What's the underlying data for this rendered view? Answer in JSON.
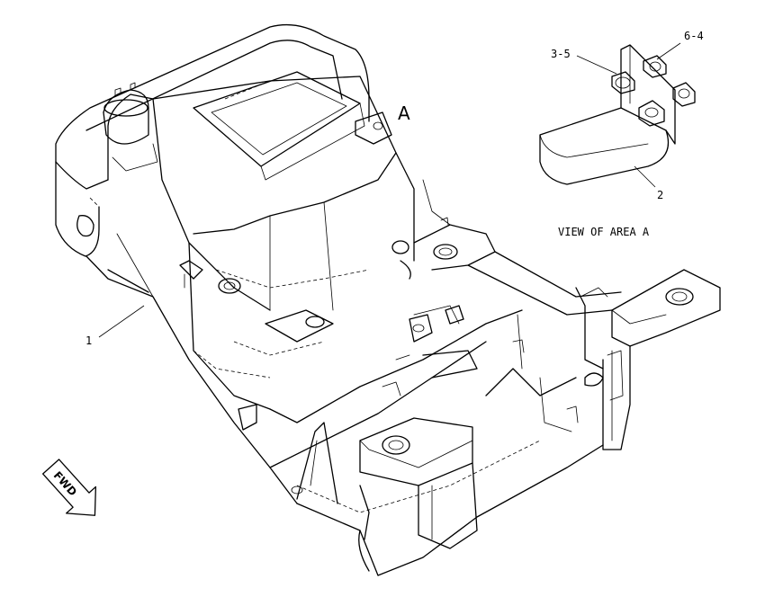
{
  "labels": {
    "part_1": "1",
    "part_2": "2",
    "part_3_5": "3-5",
    "part_6_4": "6-4",
    "area_a": "A",
    "view_caption": "VIEW OF AREA A",
    "fwd": "FWD"
  },
  "colors": {
    "line": "#000000",
    "background": "#ffffff"
  },
  "icons": {
    "direction": "fwd-arrow-icon"
  }
}
